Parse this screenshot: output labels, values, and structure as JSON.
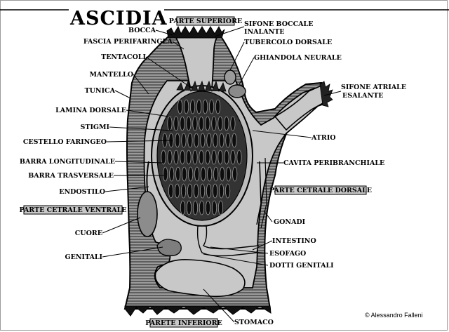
{
  "title": "ASCIDIA",
  "labels": {
    "bocca": "BOCCA",
    "fascia": "FASCIA PERIFARINGEA",
    "tentacoli": "TENTACOLI",
    "mantello": "MANTELLO",
    "tunica": "TUNICA",
    "lamina": "LAMINA DORSALE",
    "stigmi": "STIGMI",
    "cestello": "CESTELLO FARINGEO",
    "barra_long": "BARRA LONGITUDINALE",
    "barra_trasv": "BARRA TRASVERSALE",
    "endostilo": "ENDOSTILO",
    "cuore": "CUORE",
    "genitali": "GENITALI",
    "sifone_boccale_1": "SIFONE BOCCALE",
    "sifone_boccale_2": "INALANTE",
    "tubercolo": "TUBERCOLO DORSALE",
    "ghiandola": "GHIANDOLA NEURALE",
    "sifone_atriale_1": "SIFONE ATRIALE",
    "sifone_atriale_2": "ESALANTE",
    "atrio": "ATRIO",
    "cavita": "CAVITA PERIBRANCHIALE",
    "gonadi": "GONADI",
    "intestino": "INTESTINO",
    "esofago": "ESOFAGO",
    "dotti": "DOTTI GENITALI",
    "stomaco": "STOMACO"
  },
  "boxes": {
    "superiore": "PARTE SUPERIORE",
    "dorsale": "PARTE CETRALE DORSALE",
    "ventrale": "PARTE CETRALE VENTRALE",
    "inferiore": "PARETE INFERIORE"
  },
  "credit": "© Alessandro Falleni",
  "colors": {
    "body": "#8a8a8a",
    "inner": "#c8c8c8",
    "basket": "#2a2a2a",
    "outline": "#000000"
  }
}
